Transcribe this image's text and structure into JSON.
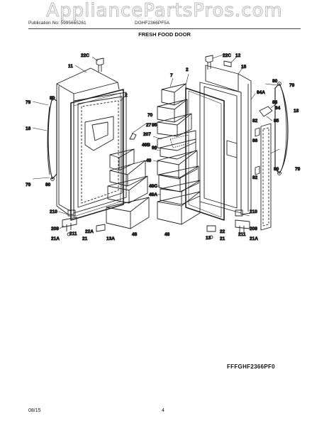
{
  "watermark": "AppliancePartsPros.com",
  "header": {
    "publication": "Publication No: 5995665261",
    "model_number": "DGHF2366PF5A"
  },
  "title": "FRESH FOOD DOOR",
  "diagram_code": "FFFGHF2366PF0",
  "footer": {
    "date": "08/15",
    "page": "4"
  },
  "callouts": [
    "22C",
    "11",
    "2",
    "80",
    "79",
    "18",
    "79",
    "80",
    "210",
    "209",
    "21A",
    "211",
    "22A",
    "21",
    "13A",
    "48",
    "27",
    "49B",
    "49",
    "49C",
    "49A",
    "48",
    "7",
    "70",
    "95",
    "207",
    "96",
    "13",
    "22",
    "21",
    "211",
    "209",
    "21A",
    "210",
    "22C",
    "12",
    "2",
    "15",
    "80",
    "79",
    "84A",
    "83",
    "84",
    "18",
    "85",
    "82",
    "86",
    "82",
    "80",
    "79"
  ]
}
